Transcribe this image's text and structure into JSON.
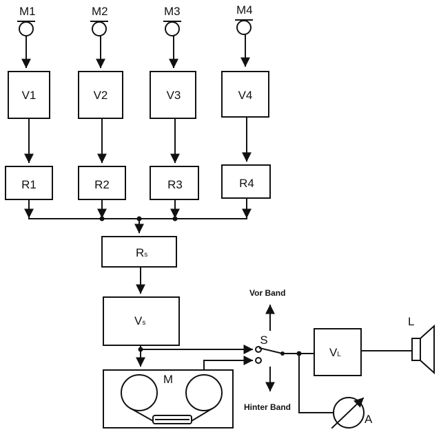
{
  "microphones": [
    {
      "label": "M1"
    },
    {
      "label": "M2"
    },
    {
      "label": "M3"
    },
    {
      "label": "M4"
    }
  ],
  "amplifiers": [
    {
      "label": "V1"
    },
    {
      "label": "V2"
    },
    {
      "label": "V3"
    },
    {
      "label": "V4"
    }
  ],
  "regulators": [
    {
      "label": "R1"
    },
    {
      "label": "R2"
    },
    {
      "label": "R3"
    },
    {
      "label": "R4"
    }
  ],
  "sum_regulator": {
    "main": "R",
    "sub": "s"
  },
  "sum_amplifier": {
    "main": "V",
    "sub": "s"
  },
  "tape_machine": {
    "label": "M"
  },
  "switch": {
    "label": "S",
    "up_label": "Vor Band",
    "down_label": "Hinter Band"
  },
  "monitor_amplifier": {
    "main": "V",
    "sub": "L"
  },
  "loudspeaker": {
    "label": "L"
  },
  "meter": {
    "label": "A"
  }
}
